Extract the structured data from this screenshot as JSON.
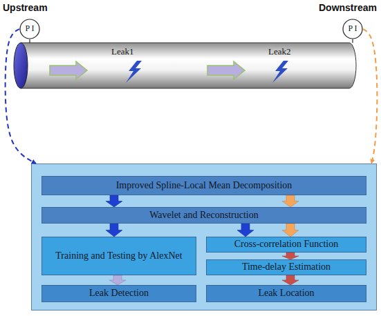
{
  "diagram": {
    "nodes": [
      {
        "text": [
          "P I"
        ]
      },
      {
        "text": [
          "P I"
        ]
      },
      {
        "text": []
      },
      {
        "text": [
          "Improved Spline-Local Mean Decomposition"
        ],
        "in": 2
      },
      {
        "text": [
          "Wavelet and Reconstruction"
        ],
        "in": 2
      },
      {
        "text": [
          "Training and Testing by AlexNet"
        ],
        "in": 2
      },
      {
        "text": [
          "Cross-correlation Function"
        ],
        "in": 2
      },
      {
        "text": [
          "Time-delay Estimation"
        ],
        "in": 2
      },
      {
        "text": [
          "Leak Detection"
        ],
        "in": 2
      },
      {
        "text": [
          "Leak Location"
        ],
        "in": 2
      }
    ],
    "edges": [
      {
        "from": 0,
        "to": 2,
        "arrow": "to"
      },
      {
        "from": 1,
        "to": 2,
        "arrow": "to"
      },
      {
        "from": 3,
        "to": 4,
        "arrow": "to"
      },
      {
        "from": 3,
        "to": 4,
        "arrow": "to"
      },
      {
        "from": 4,
        "to": 5,
        "arrow": "to"
      },
      {
        "from": 4,
        "to": 6,
        "arrow": "to"
      },
      {
        "from": 4,
        "to": 6,
        "arrow": "to"
      },
      {
        "from": 6,
        "to": 7,
        "arrow": "to"
      },
      {
        "from": 5,
        "to": 8,
        "arrow": "to"
      },
      {
        "from": 7,
        "to": 9,
        "arrow": "to"
      }
    ],
    "labels": [
      "Upstream",
      "Downstream",
      "Leak1",
      "Leak2"
    ]
  }
}
